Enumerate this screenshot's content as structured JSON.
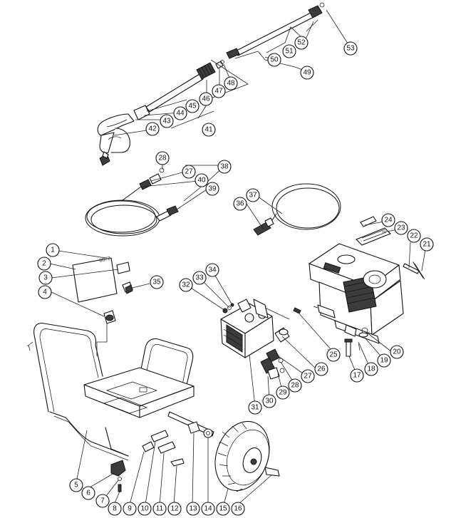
{
  "diagram": {
    "decal_text": "8872",
    "callouts": [
      {
        "id": "c1",
        "label": "1"
      },
      {
        "id": "c2",
        "label": "2"
      },
      {
        "id": "c3",
        "label": "3"
      },
      {
        "id": "c4",
        "label": "4"
      },
      {
        "id": "c5",
        "label": "5"
      },
      {
        "id": "c6",
        "label": "6"
      },
      {
        "id": "c7",
        "label": "7"
      },
      {
        "id": "c8",
        "label": "8"
      },
      {
        "id": "c9",
        "label": "9"
      },
      {
        "id": "c10",
        "label": "10"
      },
      {
        "id": "c11",
        "label": "11"
      },
      {
        "id": "c12",
        "label": "12"
      },
      {
        "id": "c13",
        "label": "13"
      },
      {
        "id": "c14",
        "label": "14"
      },
      {
        "id": "c15",
        "label": "15"
      },
      {
        "id": "c16",
        "label": "16"
      },
      {
        "id": "c17",
        "label": "17"
      },
      {
        "id": "c18",
        "label": "18"
      },
      {
        "id": "c19",
        "label": "19"
      },
      {
        "id": "c20",
        "label": "20"
      },
      {
        "id": "c21",
        "label": "21"
      },
      {
        "id": "c22",
        "label": "22"
      },
      {
        "id": "c23",
        "label": "23"
      },
      {
        "id": "c24",
        "label": "24"
      },
      {
        "id": "c25",
        "label": "25"
      },
      {
        "id": "c26",
        "label": "26"
      },
      {
        "id": "c27a",
        "label": "27"
      },
      {
        "id": "c27b",
        "label": "27"
      },
      {
        "id": "c28a",
        "label": "28"
      },
      {
        "id": "c28b",
        "label": "28"
      },
      {
        "id": "c29",
        "label": "29"
      },
      {
        "id": "c30",
        "label": "30"
      },
      {
        "id": "c31",
        "label": "31"
      },
      {
        "id": "c32",
        "label": "32"
      },
      {
        "id": "c33",
        "label": "33"
      },
      {
        "id": "c34",
        "label": "34"
      },
      {
        "id": "c35",
        "label": "35"
      },
      {
        "id": "c36",
        "label": "36"
      },
      {
        "id": "c37",
        "label": "37"
      },
      {
        "id": "c38",
        "label": "38"
      },
      {
        "id": "c39",
        "label": "39"
      },
      {
        "id": "c40",
        "label": "40"
      },
      {
        "id": "c41",
        "label": "41"
      },
      {
        "id": "c42",
        "label": "42"
      },
      {
        "id": "c43",
        "label": "43"
      },
      {
        "id": "c44",
        "label": "44"
      },
      {
        "id": "c45",
        "label": "45"
      },
      {
        "id": "c46",
        "label": "46"
      },
      {
        "id": "c47",
        "label": "47"
      },
      {
        "id": "c48",
        "label": "48"
      },
      {
        "id": "c49",
        "label": "49"
      },
      {
        "id": "c50",
        "label": "50"
      },
      {
        "id": "c51",
        "label": "51"
      },
      {
        "id": "c52",
        "label": "52"
      },
      {
        "id": "c53",
        "label": "53"
      }
    ]
  }
}
